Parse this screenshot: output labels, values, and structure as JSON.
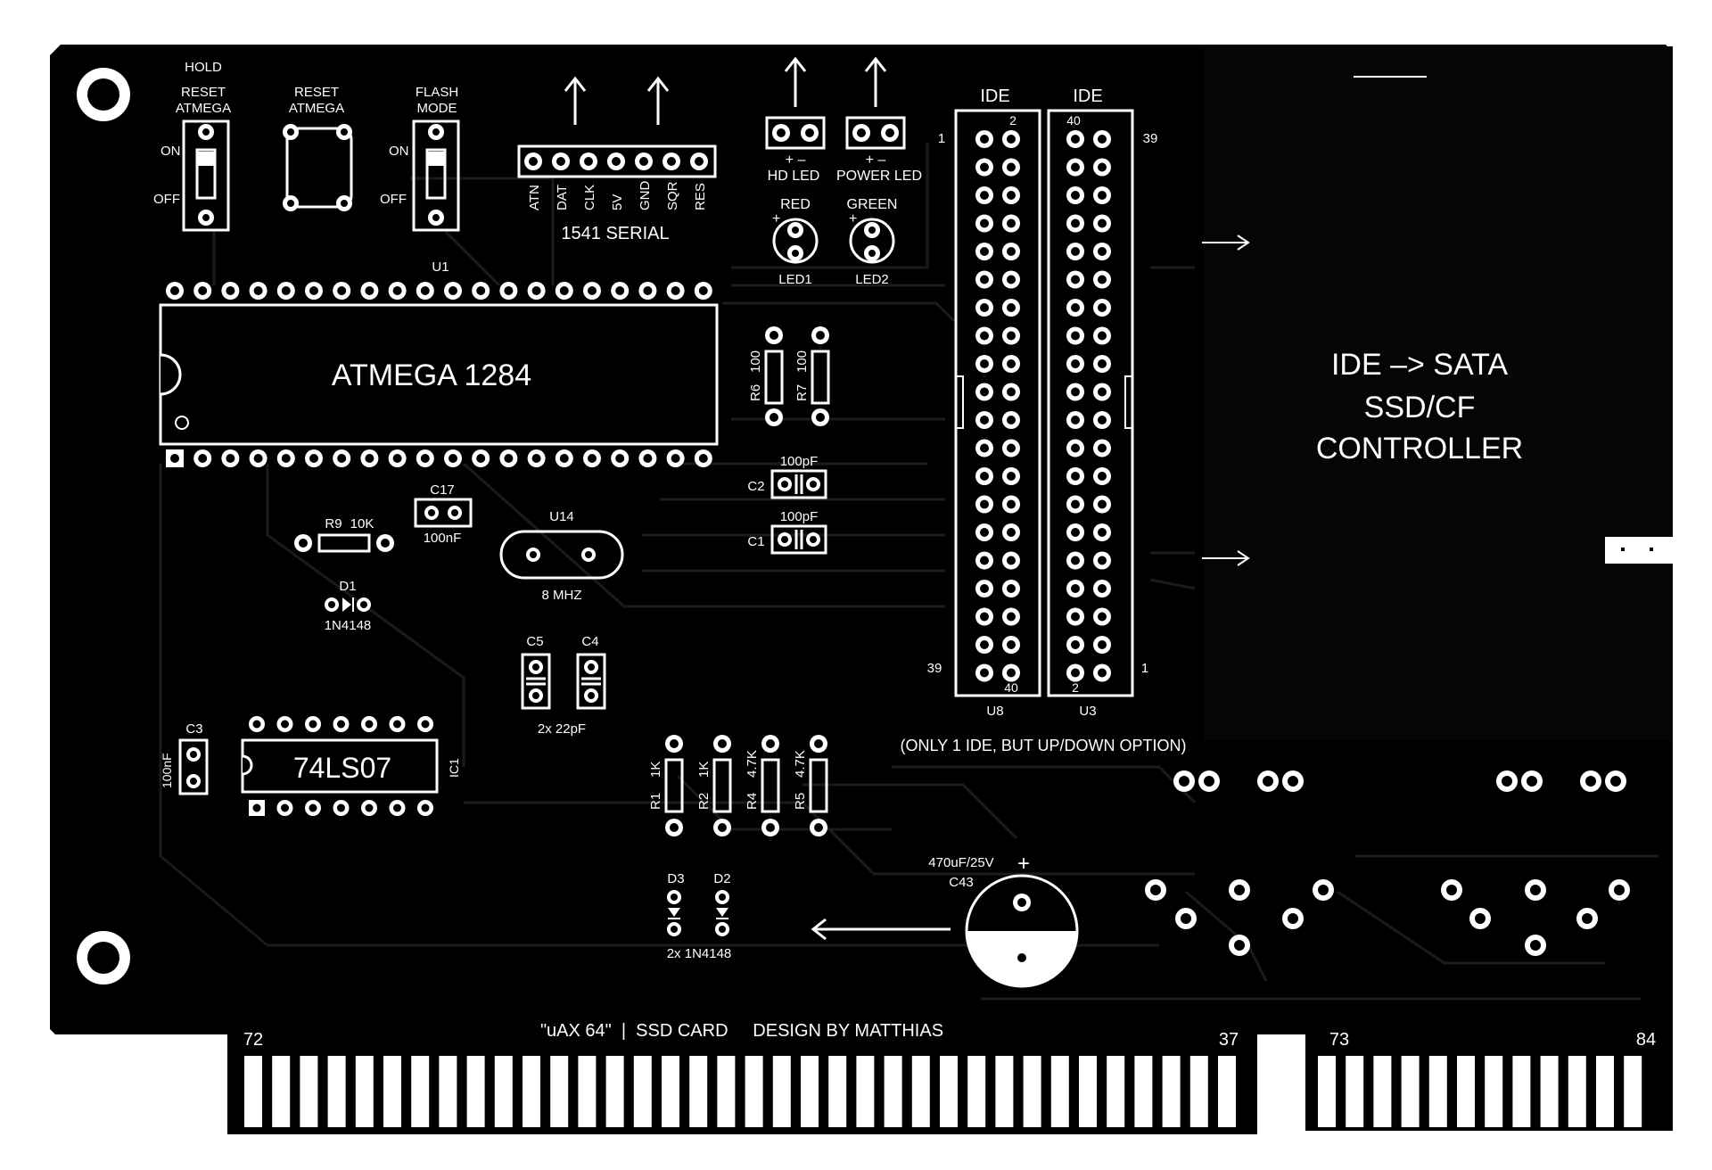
{
  "colors": {
    "board": "#000000",
    "silk": "#ffffff",
    "trace": "#1a1a1a",
    "pad": "#ffffff"
  },
  "switches": {
    "hold_reset": {
      "line1": "HOLD",
      "line2": "RESET",
      "line3": "ATMEGA",
      "on": "ON",
      "off": "OFF"
    },
    "reset_button": {
      "line1": "RESET",
      "line2": "ATMEGA"
    },
    "flash_mode": {
      "line1": "FLASH",
      "line2": "MODE",
      "on": "ON",
      "off": "OFF"
    }
  },
  "serial": {
    "pins": [
      "ATN",
      "DAT",
      "CLK",
      "5V",
      "GND",
      "SQR",
      "RES"
    ],
    "label": "1541 SERIAL"
  },
  "leds": {
    "hd": {
      "signs": "+  –",
      "label": "HD LED",
      "color": "RED",
      "ref": "LED1"
    },
    "power": {
      "signs": "+  –",
      "label": "POWER LED",
      "color": "GREEN",
      "ref": "LED2"
    },
    "plus": "+"
  },
  "chips": {
    "u1": {
      "ref": "U1",
      "name": "ATMEGA 1284"
    },
    "ic1": {
      "ref": "IC1",
      "name": "74LS07"
    }
  },
  "passives": {
    "r6": {
      "ref": "R6",
      "value": "100"
    },
    "r7": {
      "ref": "R7",
      "value": "100"
    },
    "c2": {
      "ref": "C2",
      "value": "100pF"
    },
    "c1": {
      "ref": "C1",
      "value": "100pF"
    },
    "r9": {
      "ref": "R9",
      "value": "10K"
    },
    "c17": {
      "ref": "C17",
      "value": "100nF"
    },
    "d1": {
      "ref": "D1",
      "value": "1N4148"
    },
    "u14": {
      "ref": "U14",
      "value": "8 MHZ"
    },
    "c5": {
      "ref": "C5"
    },
    "c4": {
      "ref": "C4"
    },
    "c4c5_value": "2x 22pF",
    "c3": {
      "ref": "C3",
      "value": "100nF"
    },
    "r1": {
      "ref": "R1",
      "value": "1K"
    },
    "r2": {
      "ref": "R2",
      "value": "1K"
    },
    "r4": {
      "ref": "R4",
      "value": "4.7K"
    },
    "r5": {
      "ref": "R5",
      "value": "4.7K"
    },
    "d3": {
      "ref": "D3"
    },
    "d2": {
      "ref": "D2"
    },
    "d2d3_value": "2x 1N4148",
    "c43": {
      "ref": "C43",
      "value": "470uF/25V",
      "polarity": "+"
    }
  },
  "ide": {
    "left": {
      "title": "IDE",
      "ref": "U8",
      "top_pin": "2",
      "left_pin": "1",
      "bottom_left_pin": "39",
      "bottom_pin": "40"
    },
    "right": {
      "title": "IDE",
      "ref": "U3",
      "top_pin": "40",
      "right_pin": "39",
      "bottom_pin": "2",
      "bottom_right_pin": "1"
    },
    "note": "(ONLY 1 IDE, BUT UP/DOWN OPTION)"
  },
  "controller": {
    "line1": "IDE –> SATA",
    "line2": "SSD/CF",
    "line3": "CONTROLLER"
  },
  "edge": {
    "left_start": "72",
    "left_end": "37",
    "right_start": "73",
    "right_end": "84",
    "title": "\"uAX 64\"  |  SSD CARD     DESIGN BY MATTHIAS"
  }
}
